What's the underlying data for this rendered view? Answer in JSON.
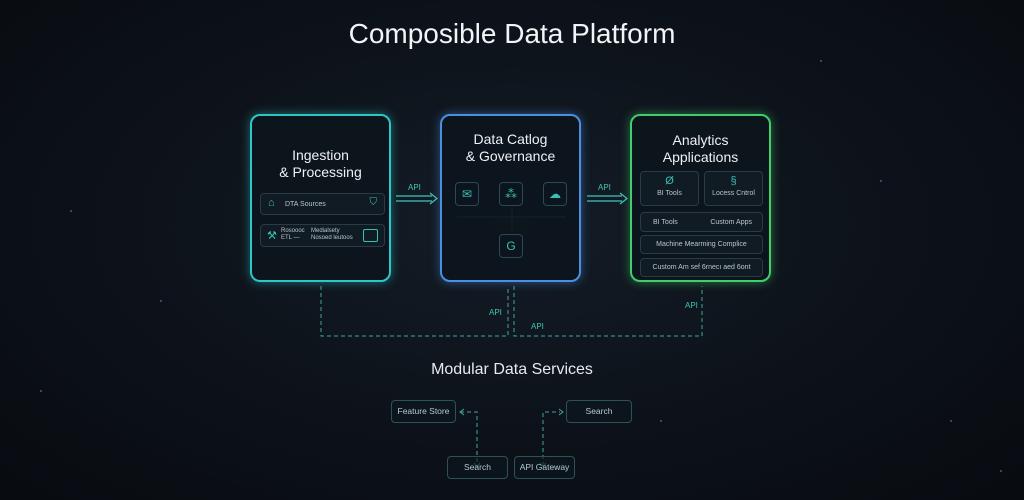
{
  "title": "Composible Data Platform",
  "colors": {
    "ingestion": "#2fc6c8",
    "catalog": "#4b8fe2",
    "analytics": "#3fd06c",
    "connector": "#3fc7b8"
  },
  "panels": {
    "ingestion": {
      "title_line1": "Ingestion",
      "title_line2": "& Processing",
      "rows": [
        {
          "label": "DTA Sources",
          "icon": "camera-icon",
          "right_icon": "shield-icon"
        },
        {
          "left_line1": "Rosoooc",
          "left_line2": "ETL —",
          "right_line1": "Medialsety",
          "right_line2": "Nosoed leutoos",
          "icon": "wrench-icon",
          "right_icon": "monitor-icon"
        }
      ]
    },
    "catalog": {
      "title_line1": "Data Catlog",
      "title_line2": "& Governance",
      "icons": [
        "envelope-icon",
        "network-icon",
        "cloud-icon",
        "magnet-icon"
      ]
    },
    "analytics": {
      "title_line1": "Analytics",
      "title_line2": "Applications",
      "tiles": [
        {
          "label": "BI Tools",
          "icon": "bulb-icon"
        },
        {
          "label": "Locess Cntrol",
          "icon": "link-icon"
        }
      ],
      "row_pair": [
        "BI Tools",
        "Custom Apps"
      ],
      "rows": [
        "Machine Mearming Complice",
        "Custom Am sef 6rnecı aed 6ont"
      ]
    }
  },
  "connectors": {
    "api_1": "API",
    "api_2": "API",
    "api_3": "API",
    "api_4": "API",
    "api_5": "API"
  },
  "services": {
    "title": "Modular Data Services",
    "items": [
      "Feature Store",
      "Search",
      "Search",
      "API Gateway"
    ]
  }
}
